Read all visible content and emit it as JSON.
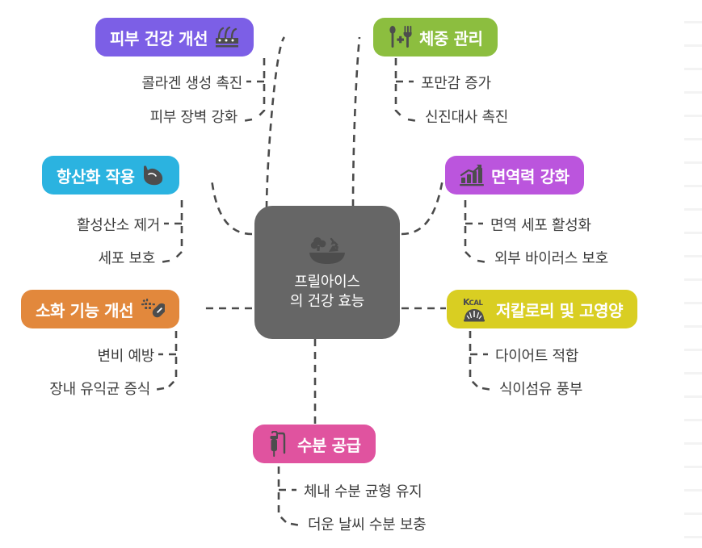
{
  "diagram": {
    "type": "mind-map",
    "background_color": "#ffffff",
    "connector_color": "#4a4a4a",
    "leaf_text_color": "#3d3d3d",
    "center": {
      "label": "프릴아이스\n의 건강 효능",
      "icon": "salad-bowl-icon",
      "color": "#666666",
      "text_color": "#ffffff"
    },
    "branches": [
      {
        "id": "skin",
        "label": "피부 건강 개선",
        "icon": "skin-follicle-icon",
        "color": "#7C5FE6",
        "icon_side": "right",
        "children": [
          "콜라겐 생성 촉진",
          "피부 장벽 강화"
        ]
      },
      {
        "id": "weight",
        "label": "체중 관리",
        "icon": "fork-spoon-icon",
        "color": "#8CBE3F",
        "icon_side": "left",
        "children": [
          "포만감 증가",
          "신진대사 촉진"
        ]
      },
      {
        "id": "antioxidant",
        "label": "항산화 작용",
        "icon": "flexed-biceps-icon",
        "color": "#2BB3E0",
        "icon_side": "right",
        "children": [
          "활성산소 제거",
          "세포 보호"
        ]
      },
      {
        "id": "immunity",
        "label": "면역력 강화",
        "icon": "bar-chart-up-icon",
        "color": "#BB55DD",
        "icon_side": "left",
        "children": [
          "면역 세포 활성화",
          "외부 바이러스 보호"
        ]
      },
      {
        "id": "digestion",
        "label": "소화 기능 개선",
        "icon": "capsule-pill-icon",
        "color": "#E2883C",
        "icon_side": "right",
        "children": [
          "변비 예방",
          "장내 유익균 증식"
        ]
      },
      {
        "id": "lowcal",
        "label": "저칼로리 및 고영양",
        "icon": "kcal-scale-icon",
        "color": "#D9CE22",
        "icon_side": "left",
        "children": [
          "다이어트 적합",
          "식이섬유 풍부"
        ]
      },
      {
        "id": "hydration",
        "label": "수분 공급",
        "icon": "iv-drip-icon",
        "color": "#E0539F",
        "icon_side": "left",
        "children": [
          "체내 수분 균형 유지",
          "더운 날씨 수분 보충"
        ]
      }
    ]
  }
}
